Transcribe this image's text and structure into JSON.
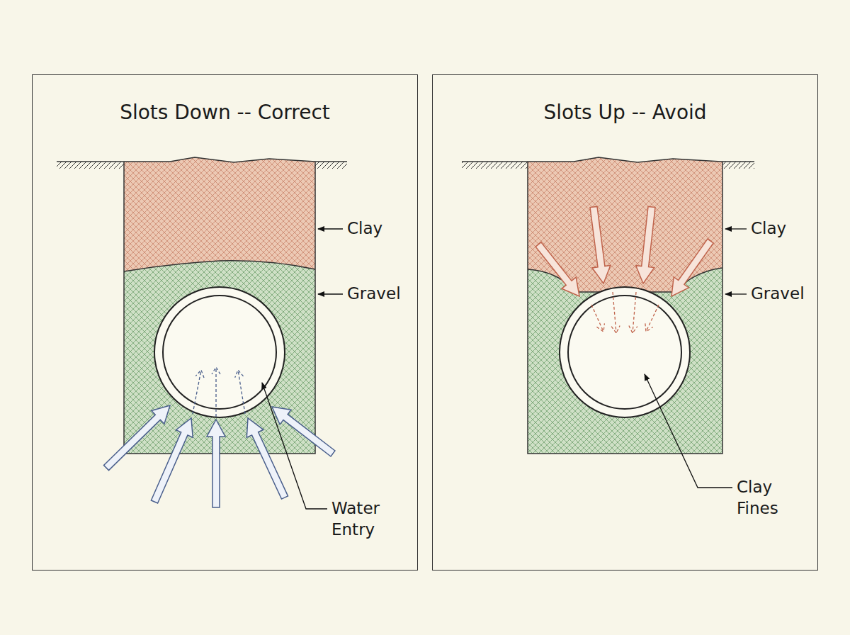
{
  "diagram": {
    "nodes": [
      {
        "text": [
          "Slots Down -- Correct"
        ]
      },
      {
        "text": [
          "Slots Up -- Avoid"
        ]
      }
    ],
    "labels": [
      "Clay",
      "Gravel",
      "Water Entry",
      "Clay",
      "Gravel",
      "Clay Fines"
    ]
  }
}
